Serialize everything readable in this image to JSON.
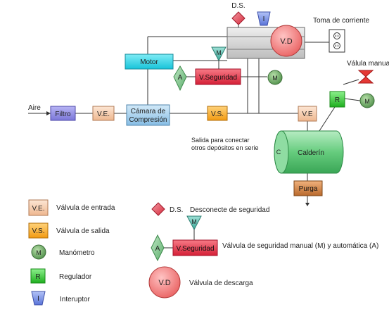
{
  "labels": {
    "ds_top": "D.S.",
    "toma": "Toma de corriente",
    "valvula_manual": "Válula manual",
    "aire": "Aire",
    "salida": [
      "Salida para conectar",
      "otros depósitos en serie"
    ]
  },
  "components": {
    "filtro": "Filtro",
    "ve_left": "V.E.",
    "camara": [
      "Cámara de",
      "Compresión"
    ],
    "vs": "V.S.",
    "ve_right": "V.E",
    "motor": "Motor",
    "vseguridad": "V.Seguridad",
    "a": "A",
    "m": "M",
    "vd": "V.D",
    "i": "I",
    "r": "R",
    "calderin": "Calderín",
    "c": "C",
    "purga": "Purga"
  },
  "legend": {
    "ve": {
      "symbol": "V.E.",
      "text": "Válvula de entrada"
    },
    "vs": {
      "symbol": "V.S.",
      "text": "Válvula de salida"
    },
    "m": {
      "symbol": "M",
      "text": "Manómetro"
    },
    "r": {
      "symbol": "R",
      "text": "Regulador"
    },
    "i": {
      "symbol": "I",
      "text": "Interuptor"
    },
    "ds": {
      "symbol": "D.S.",
      "text": "Desconecte de seguridad"
    },
    "vsm": {
      "a": "A",
      "m": "M",
      "symbol": "V.Seguridad",
      "text": "Válvula de seguridad manual (M) y automática (A)"
    },
    "vd": {
      "symbol": "V.D",
      "text": "Válvula de descarga"
    }
  },
  "colors": {
    "valve_peach": "#f6c7a4",
    "valve_orange": "#f7a81b",
    "filtro_purple": "#8a86e3",
    "camara_blue": "#9ccbea",
    "motor_cyan": "#2fd3e6",
    "vseg_red": "#e8384b",
    "green_diamond": "#7ec48a",
    "manometro_green": "#6fa86a",
    "regulador_green": "#2cc62c",
    "vd_red": "#f08080",
    "calderin_green": "#63c77a",
    "interruptor_blue": "#7a8fe0",
    "ds_red": "#e0404f",
    "m_teal": "#4db8a8",
    "purga_brown": "#c97a3a",
    "gray_block": "#d3d3d3",
    "manual_valve_red": "#e53935"
  }
}
